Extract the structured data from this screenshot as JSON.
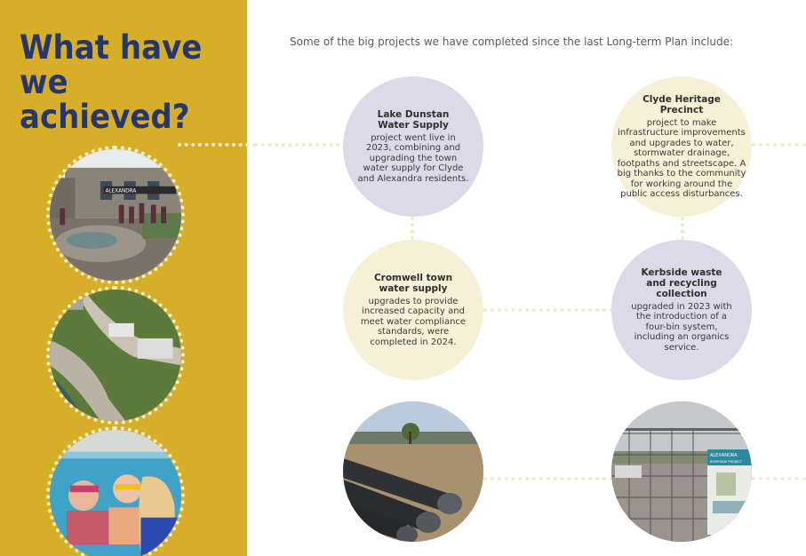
{
  "heading": {
    "line1": "What have we",
    "line2": "achieved?"
  },
  "intro": "Some of the big projects we have completed since the last Long-term Plan include:",
  "projects": [
    {
      "title_line1": "Lake Dunstan",
      "title_line2": "Water Supply",
      "body": "project went live in 2023, combining and upgrading the town water supply for Clyde and Alexandra residents."
    },
    {
      "title_line1": "Clyde Heritage",
      "title_line2": "Precinct",
      "body": "project to make infrastructure improvements and upgrades to water, stormwater drainage, footpaths and streetscape. A big thanks to the community for working around the public access disturbances."
    },
    {
      "title_line1": "Cromwell town",
      "title_line2": "water supply",
      "body": "upgrades to provide increased capacity and meet water compliance standards, were completed in 2024."
    },
    {
      "title_line1": "Kerbside waste",
      "title_line2": "and recycling",
      "title_line3": "collection",
      "body": "upgraded in 2023 with the introduction of a four-bin system, including an organics service."
    }
  ],
  "photos": {
    "pool_sign": "ALEXANDRA",
    "riverside_sign_line1": "ALEXANDRA",
    "riverside_sign_line2": "RIVERSIDE PROJECT"
  },
  "colors": {
    "sidebar": "#d7ae27",
    "heading": "#243770",
    "lilac": "#dcd9e8",
    "cream": "#f6f1d6"
  }
}
